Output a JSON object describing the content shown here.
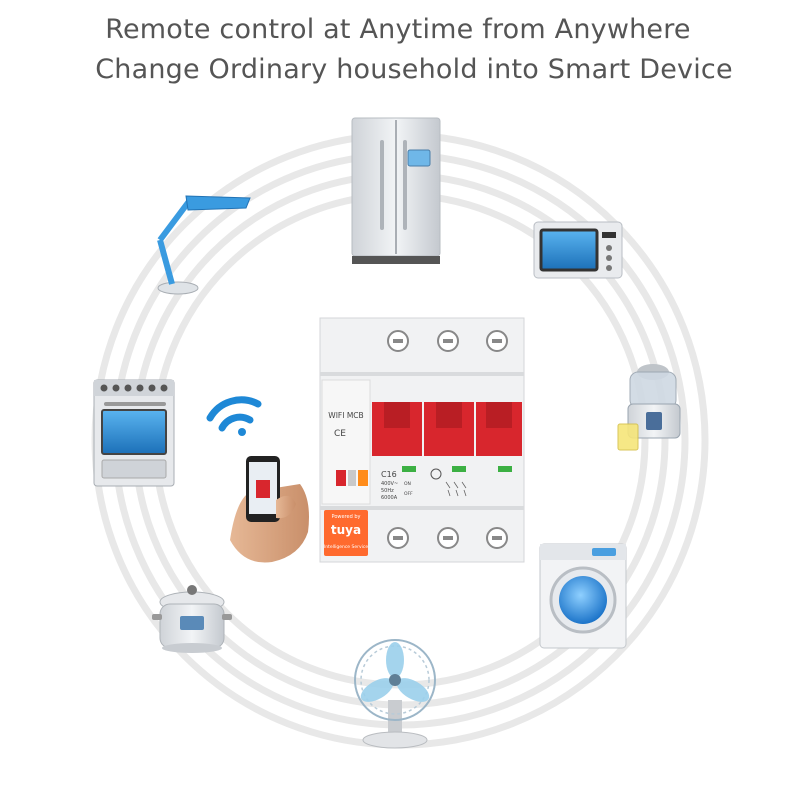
{
  "headline": {
    "line1": "Remote control at Anytime from Anywhere",
    "line2": "Change Ordinary household into Smart Device"
  },
  "breaker": {
    "model_label": "WIFI MCB",
    "ce_mark": "CE",
    "rating": "C16",
    "voltage": "400V~",
    "frequency": "50Hz",
    "capacity": "6000A",
    "on_label": "ON",
    "off_label": "OFF",
    "powered_by": "Powered by",
    "brand": "tuya",
    "brand_tag": "Intelligence Service"
  },
  "colors": {
    "ring": "#e9e9e9",
    "breaker_red": "#d8262d",
    "indicator_green": "#3cb043",
    "tuya_orange": "#ff6a2e",
    "wifi_blue": "#1e88d6",
    "lamp_blue": "#3a9be0"
  },
  "devices": [
    {
      "icon": "refrigerator-icon"
    },
    {
      "icon": "microwave-icon"
    },
    {
      "icon": "juicer-icon"
    },
    {
      "icon": "washing-machine-icon"
    },
    {
      "icon": "fan-icon"
    },
    {
      "icon": "rice-cooker-icon"
    },
    {
      "icon": "oven-icon"
    },
    {
      "icon": "desk-lamp-icon"
    },
    {
      "icon": "wifi-icon"
    },
    {
      "icon": "phone-in-hand-icon"
    }
  ]
}
